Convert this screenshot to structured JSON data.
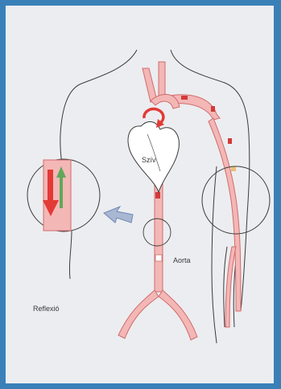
{
  "labels": {
    "heart": "Szív",
    "aorta": "Aorta",
    "reflex": "Reflexió"
  },
  "colors": {
    "frame": "#3a80b8",
    "background": "#ecedf0",
    "vessel_fill": "#f3b7b6",
    "vessel_stroke": "#cf6d6d",
    "forward_arrow": "#e23a36",
    "reflected_arrow": "#5fa85a",
    "outline": "#3b3b3b",
    "pointer_arrow": "#6f87b5"
  },
  "icons": {
    "forward_wave": "down-arrow-icon",
    "reflected_wave": "up-arrow-icon",
    "pointer": "left-arrow-icon"
  }
}
